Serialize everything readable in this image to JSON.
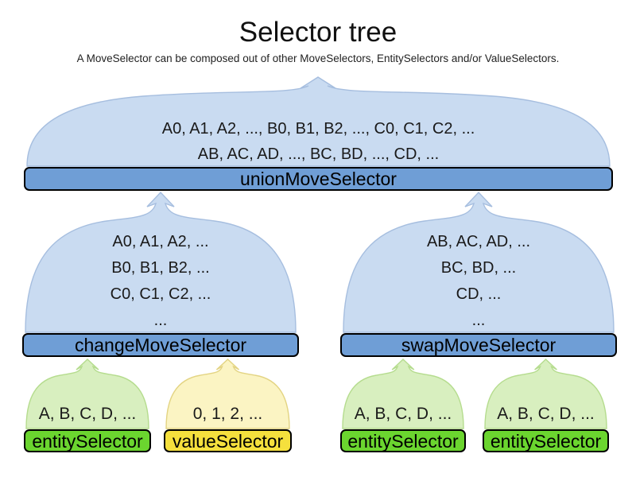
{
  "title": "Selector tree",
  "subtitle": "A MoveSelector can be composed out of other MoveSelectors, EntitySelectors and/or ValueSelectors.",
  "tree": {
    "union": {
      "label": "unionMoveSelector",
      "lines": [
        "A0, A1, A2, ..., B0, B1, B2, ..., C0, C1, C2, ...",
        "AB, AC, AD, ..., BC, BD, ..., CD, ..."
      ]
    },
    "change": {
      "label": "changeMoveSelector",
      "lines": [
        "A0, A1, A2, ...",
        "B0, B1, B2, ...",
        "C0, C1, C2, ...",
        "..."
      ]
    },
    "swap": {
      "label": "swapMoveSelector",
      "lines": [
        "AB, AC, AD, ...",
        "BC, BD, ...",
        "CD, ...",
        "..."
      ]
    },
    "leaves": [
      {
        "kind": "entity",
        "label": "entitySelector",
        "values": "A, B, C, D, ..."
      },
      {
        "kind": "value",
        "label": "valueSelector",
        "values": "0, 1, 2, ..."
      },
      {
        "kind": "entity",
        "label": "entitySelector",
        "values": "A, B, C, D, ..."
      },
      {
        "kind": "entity",
        "label": "entitySelector",
        "values": "A, B, C, D, ..."
      }
    ]
  },
  "colors": {
    "cloud_blue": "#c9dbf1",
    "cloud_blue_border": "#a6bedf",
    "bar_blue": "#6f9ed6",
    "cloud_green": "#d8efbf",
    "cloud_green_border": "#b5dc8e",
    "bar_green": "#6bd52f",
    "cloud_yellow": "#fbf4c3",
    "cloud_yellow_border": "#e3d483",
    "bar_yellow": "#f5e03d",
    "bar_border": "#000000",
    "text": "#1a1a1a"
  }
}
